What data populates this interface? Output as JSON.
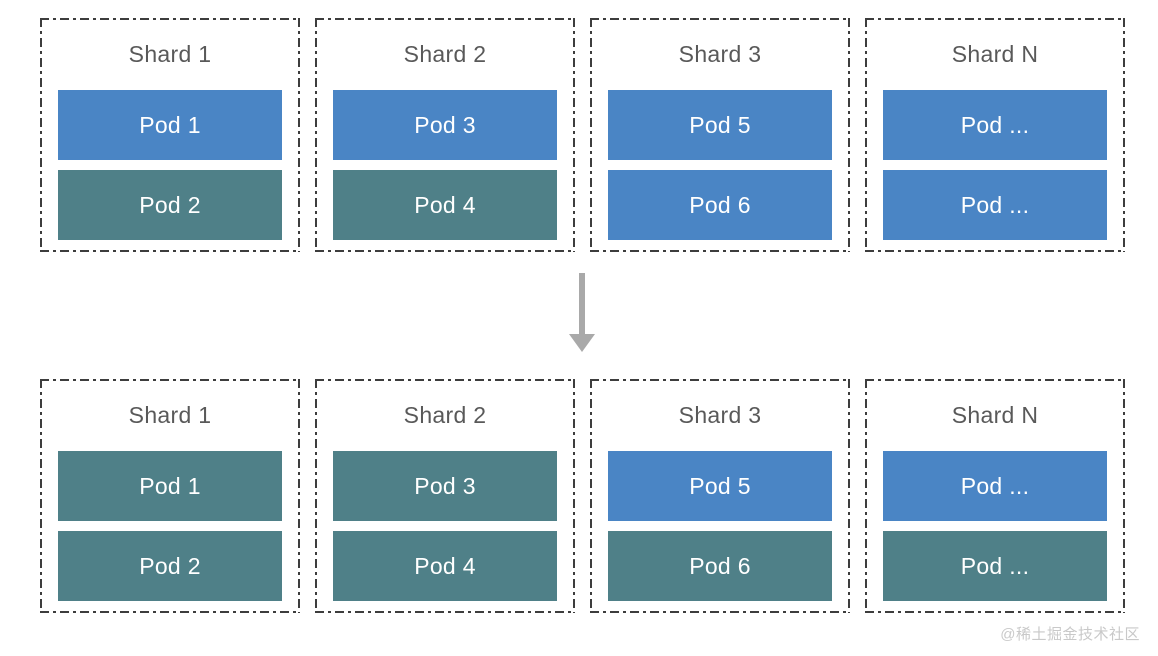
{
  "page": {
    "watermark": "@稀土掘金技术社区"
  },
  "colors": {
    "pod_blue": "#4a85c5",
    "pod_teal": "#4f8088",
    "shard_border": "#3d3d3d",
    "title_gray": "#595959",
    "pod_text": "#ffffff",
    "arrow_gray": "#a9a9a9",
    "watermark_gray": "#c9c9c9"
  },
  "arrow": {
    "direction": "down"
  },
  "diagram": {
    "before": {
      "shards": [
        {
          "title": "Shard 1",
          "pods": [
            {
              "label": "Pod 1",
              "color": "blue"
            },
            {
              "label": "Pod 2",
              "color": "teal"
            }
          ]
        },
        {
          "title": "Shard 2",
          "pods": [
            {
              "label": "Pod 3",
              "color": "blue"
            },
            {
              "label": "Pod 4",
              "color": "teal"
            }
          ]
        },
        {
          "title": "Shard 3",
          "pods": [
            {
              "label": "Pod 5",
              "color": "blue"
            },
            {
              "label": "Pod 6",
              "color": "blue"
            }
          ]
        },
        {
          "title": "Shard N",
          "pods": [
            {
              "label": "Pod ...",
              "color": "blue"
            },
            {
              "label": "Pod ...",
              "color": "blue"
            }
          ]
        }
      ]
    },
    "after": {
      "shards": [
        {
          "title": "Shard 1",
          "pods": [
            {
              "label": "Pod 1",
              "color": "teal"
            },
            {
              "label": "Pod 2",
              "color": "teal"
            }
          ]
        },
        {
          "title": "Shard 2",
          "pods": [
            {
              "label": "Pod 3",
              "color": "teal"
            },
            {
              "label": "Pod 4",
              "color": "teal"
            }
          ]
        },
        {
          "title": "Shard 3",
          "pods": [
            {
              "label": "Pod 5",
              "color": "blue"
            },
            {
              "label": "Pod 6",
              "color": "teal"
            }
          ]
        },
        {
          "title": "Shard N",
          "pods": [
            {
              "label": "Pod ...",
              "color": "blue"
            },
            {
              "label": "Pod ...",
              "color": "teal"
            }
          ]
        }
      ]
    }
  }
}
